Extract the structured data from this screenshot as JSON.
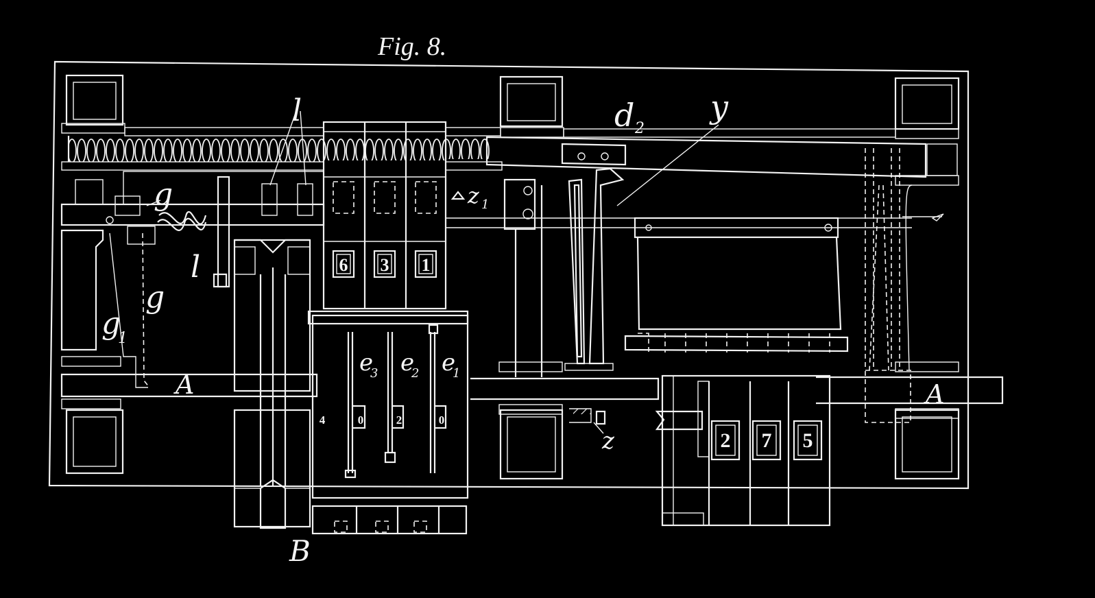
{
  "figure": {
    "title": "Fig. 8.",
    "background": "#000000",
    "line_color": "#f2f2f2"
  },
  "labels": {
    "l": "l",
    "g": "g",
    "g1_base": "g",
    "g1_sub": "1",
    "A": "A",
    "B": "B",
    "d2_base": "d",
    "d2_sub": "2",
    "y": "y",
    "z": "z",
    "z1_base": "z",
    "z1_sub": "1",
    "e1_base": "e",
    "e1_sub": "1",
    "e2_base": "e",
    "e2_sub": "2",
    "e3_base": "e",
    "e3_sub": "3"
  },
  "upper_counter": {
    "digits": [
      "6",
      "3",
      "1"
    ]
  },
  "carriage_counter": {
    "digits": [
      "4",
      "0",
      "2",
      "0"
    ]
  },
  "result_counter": {
    "digits": [
      "2",
      "7",
      "5"
    ]
  }
}
